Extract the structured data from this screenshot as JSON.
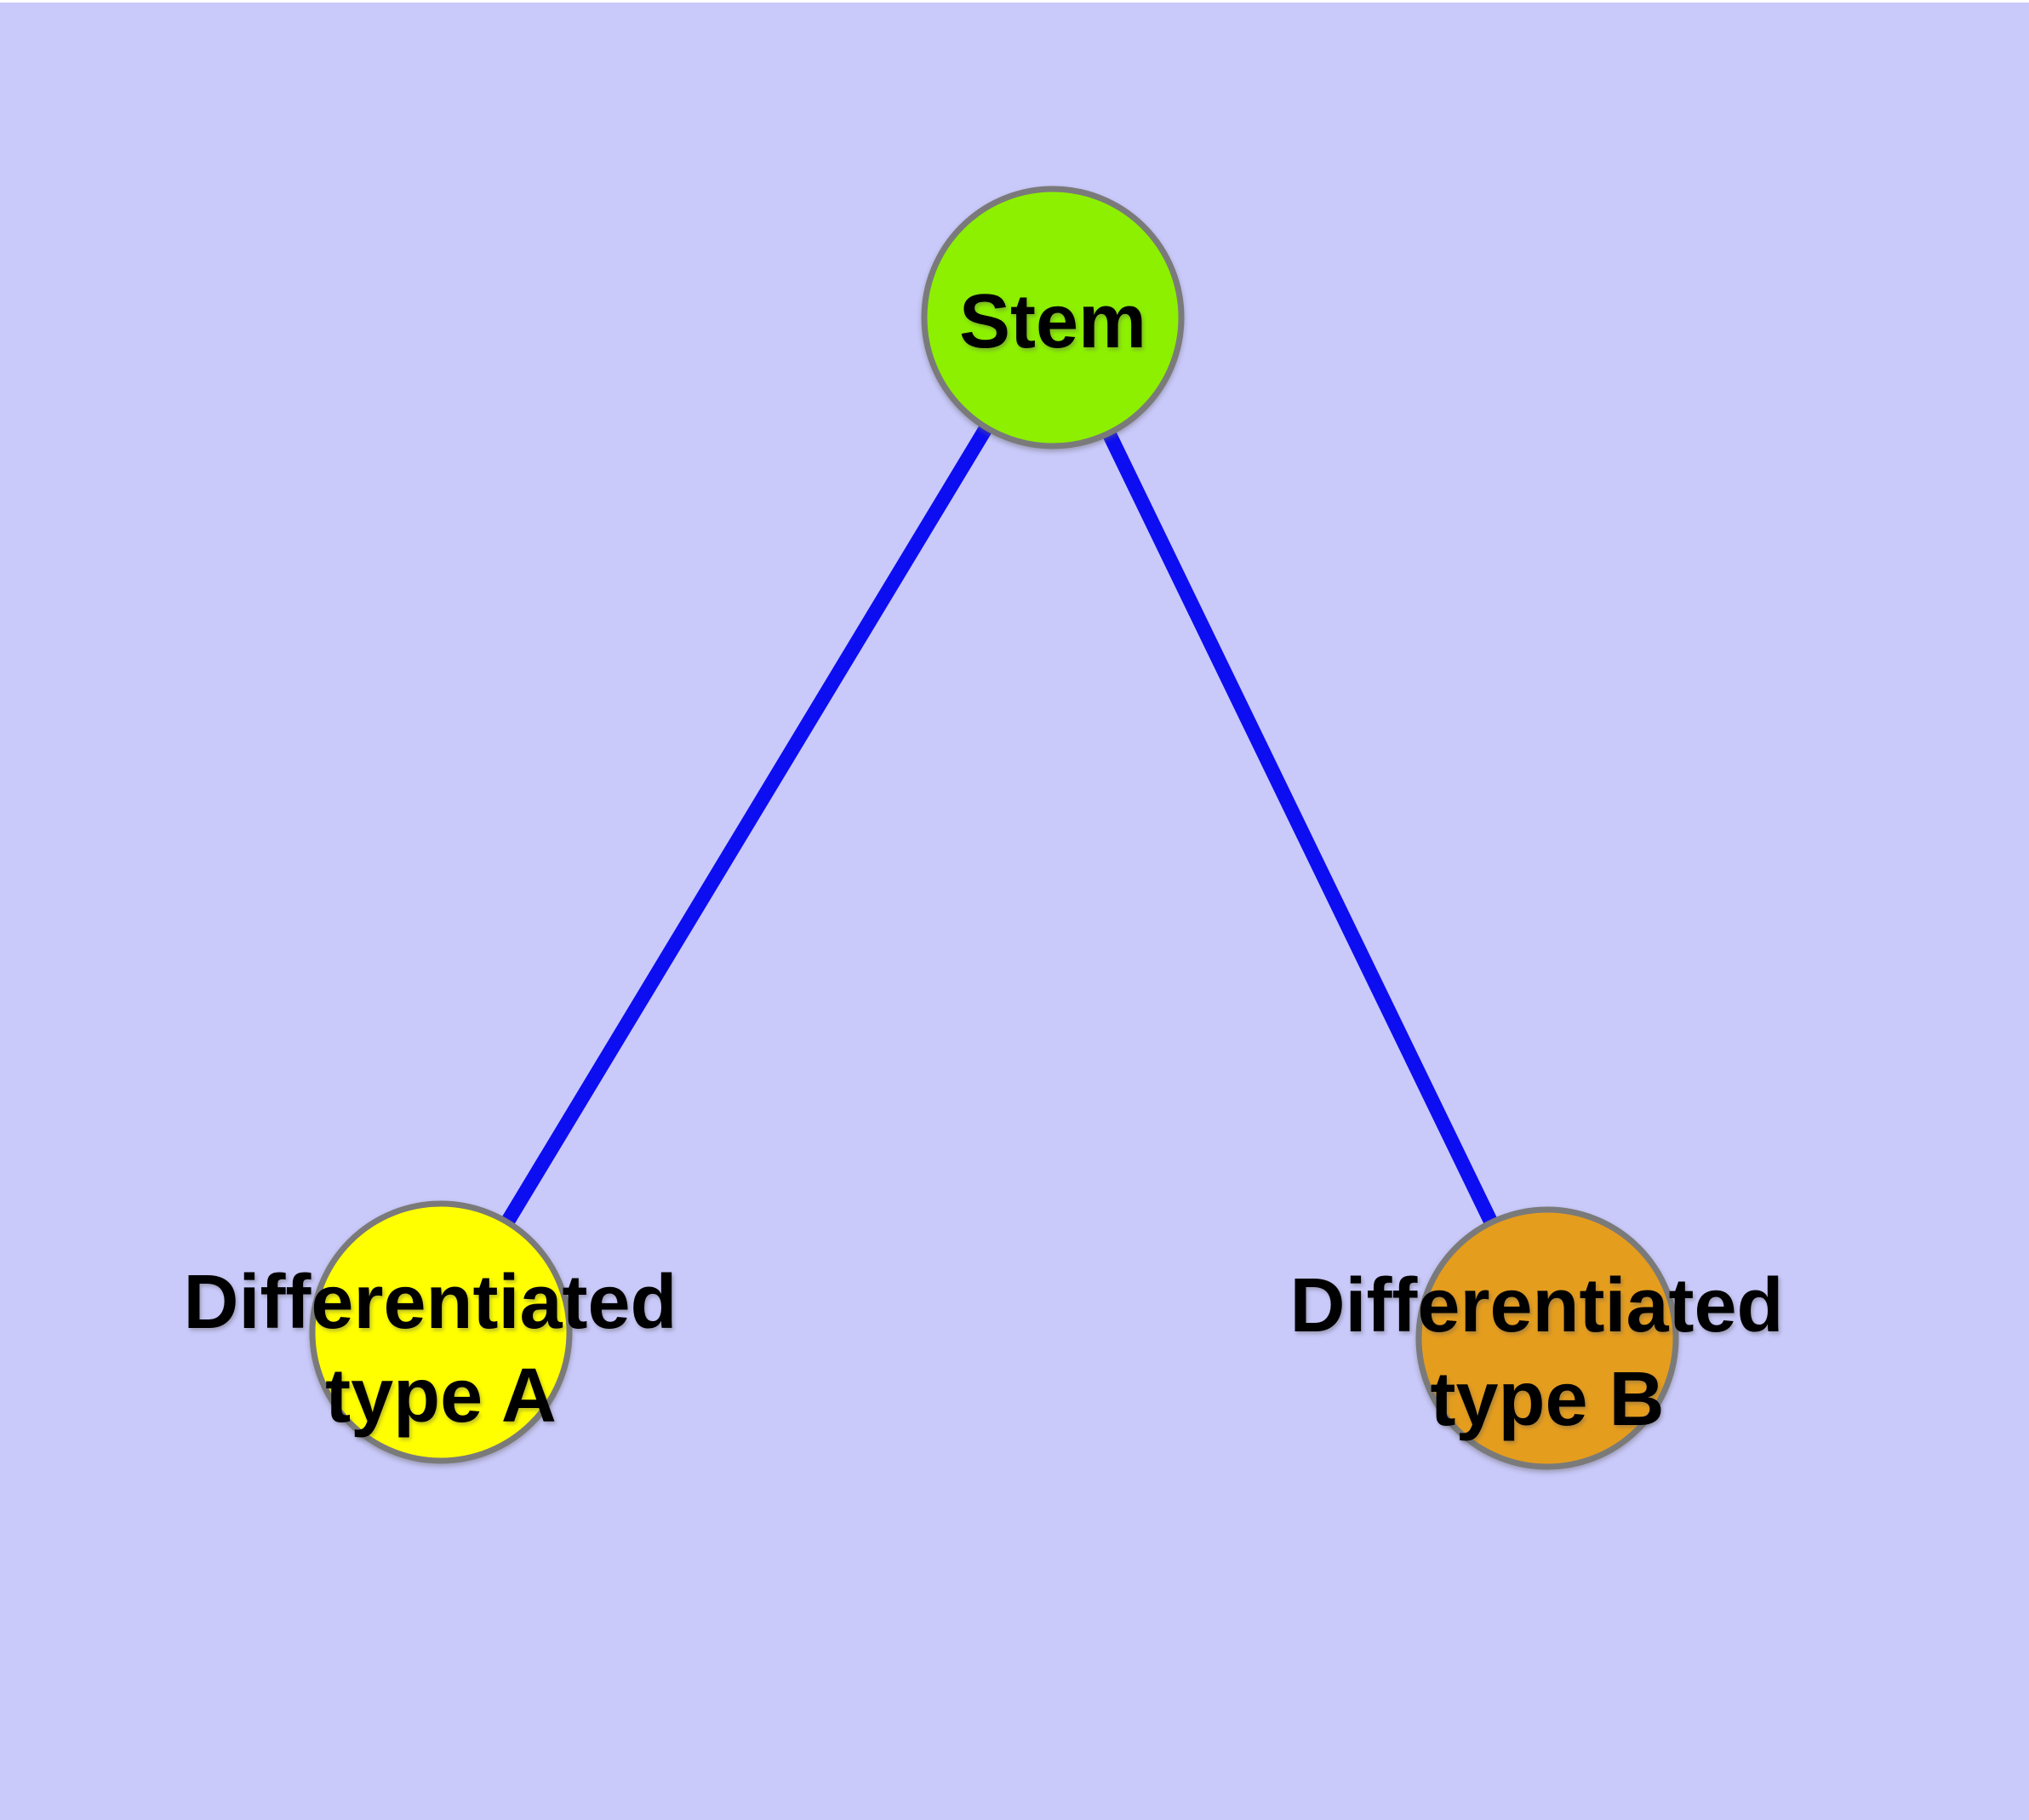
{
  "diagram": {
    "background_color": "#c9c9fa",
    "top_strip_color": "#ffffff",
    "edge_color": "#0d0df2",
    "node_border_color": "#7a7a7a",
    "label_color": "#000000",
    "nodes": [
      {
        "id": "stem",
        "line1": "Stem",
        "line2": "",
        "fill": "#8cf000"
      },
      {
        "id": "differentiated-type-a",
        "line1": "Differentiated",
        "line2": "type A",
        "fill": "#ffff00"
      },
      {
        "id": "differentiated-type-b",
        "line1": "Differentiated",
        "line2": "type B",
        "fill": "#e59d1e"
      }
    ],
    "edges": [
      {
        "from": "Stem",
        "to": "Differentiated type A"
      },
      {
        "from": "Stem",
        "to": "Differentiated type B"
      }
    ]
  }
}
